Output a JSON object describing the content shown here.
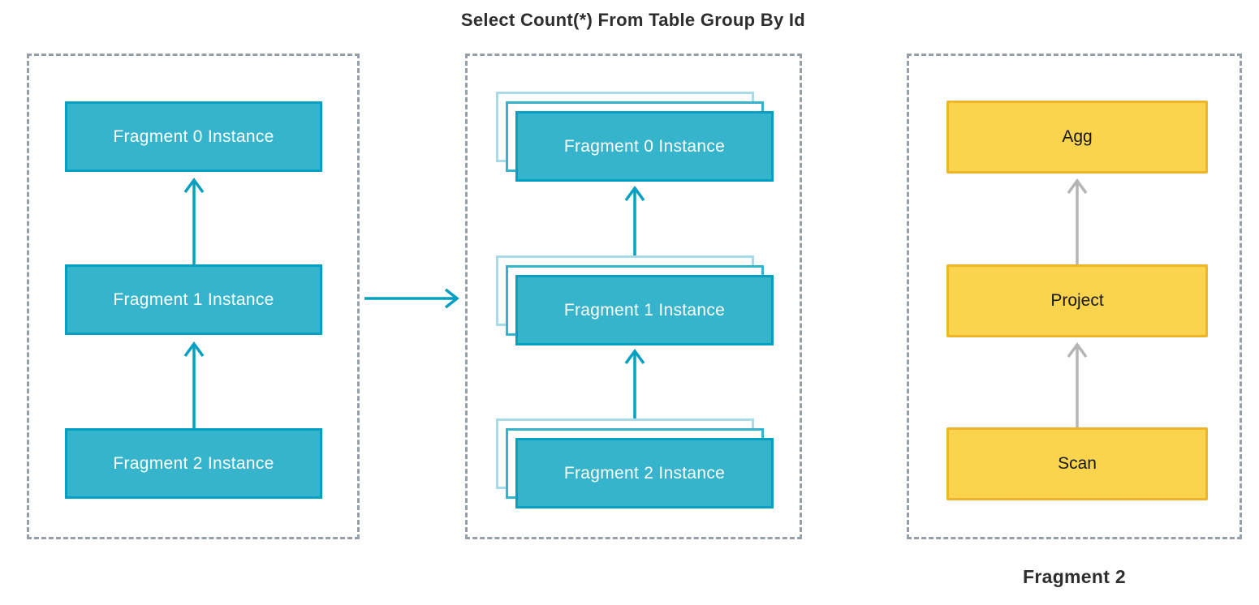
{
  "title": "Select Count(*) From Table Group By Id",
  "colors": {
    "teal_fill": "#35b4cc",
    "teal_border": "#04a0c2",
    "teal_outline_light": "#a8dbe8",
    "teal_outline_mid": "#35b4cc",
    "yellow_fill": "#fbd44e",
    "yellow_border": "#f0b429",
    "panel_border": "#949faa",
    "arrow_gray": "#b5b5b5",
    "title_color": "#2e2e2e",
    "label_light": "#ffffff",
    "label_dark": "#161616"
  },
  "left_panel": {
    "boxes": [
      {
        "label": "Fragment 0 Instance"
      },
      {
        "label": "Fragment 1 Instance"
      },
      {
        "label": "Fragment 2 Instance"
      }
    ]
  },
  "middle_panel": {
    "boxes": [
      {
        "label": "Fragment 0 Instance"
      },
      {
        "label": "Fragment 1 Instance"
      },
      {
        "label": "Fragment 2 Instance"
      }
    ]
  },
  "right_panel": {
    "boxes": [
      {
        "label": "Agg"
      },
      {
        "label": "Project"
      },
      {
        "label": "Scan"
      }
    ],
    "caption": "Fragment 2"
  }
}
